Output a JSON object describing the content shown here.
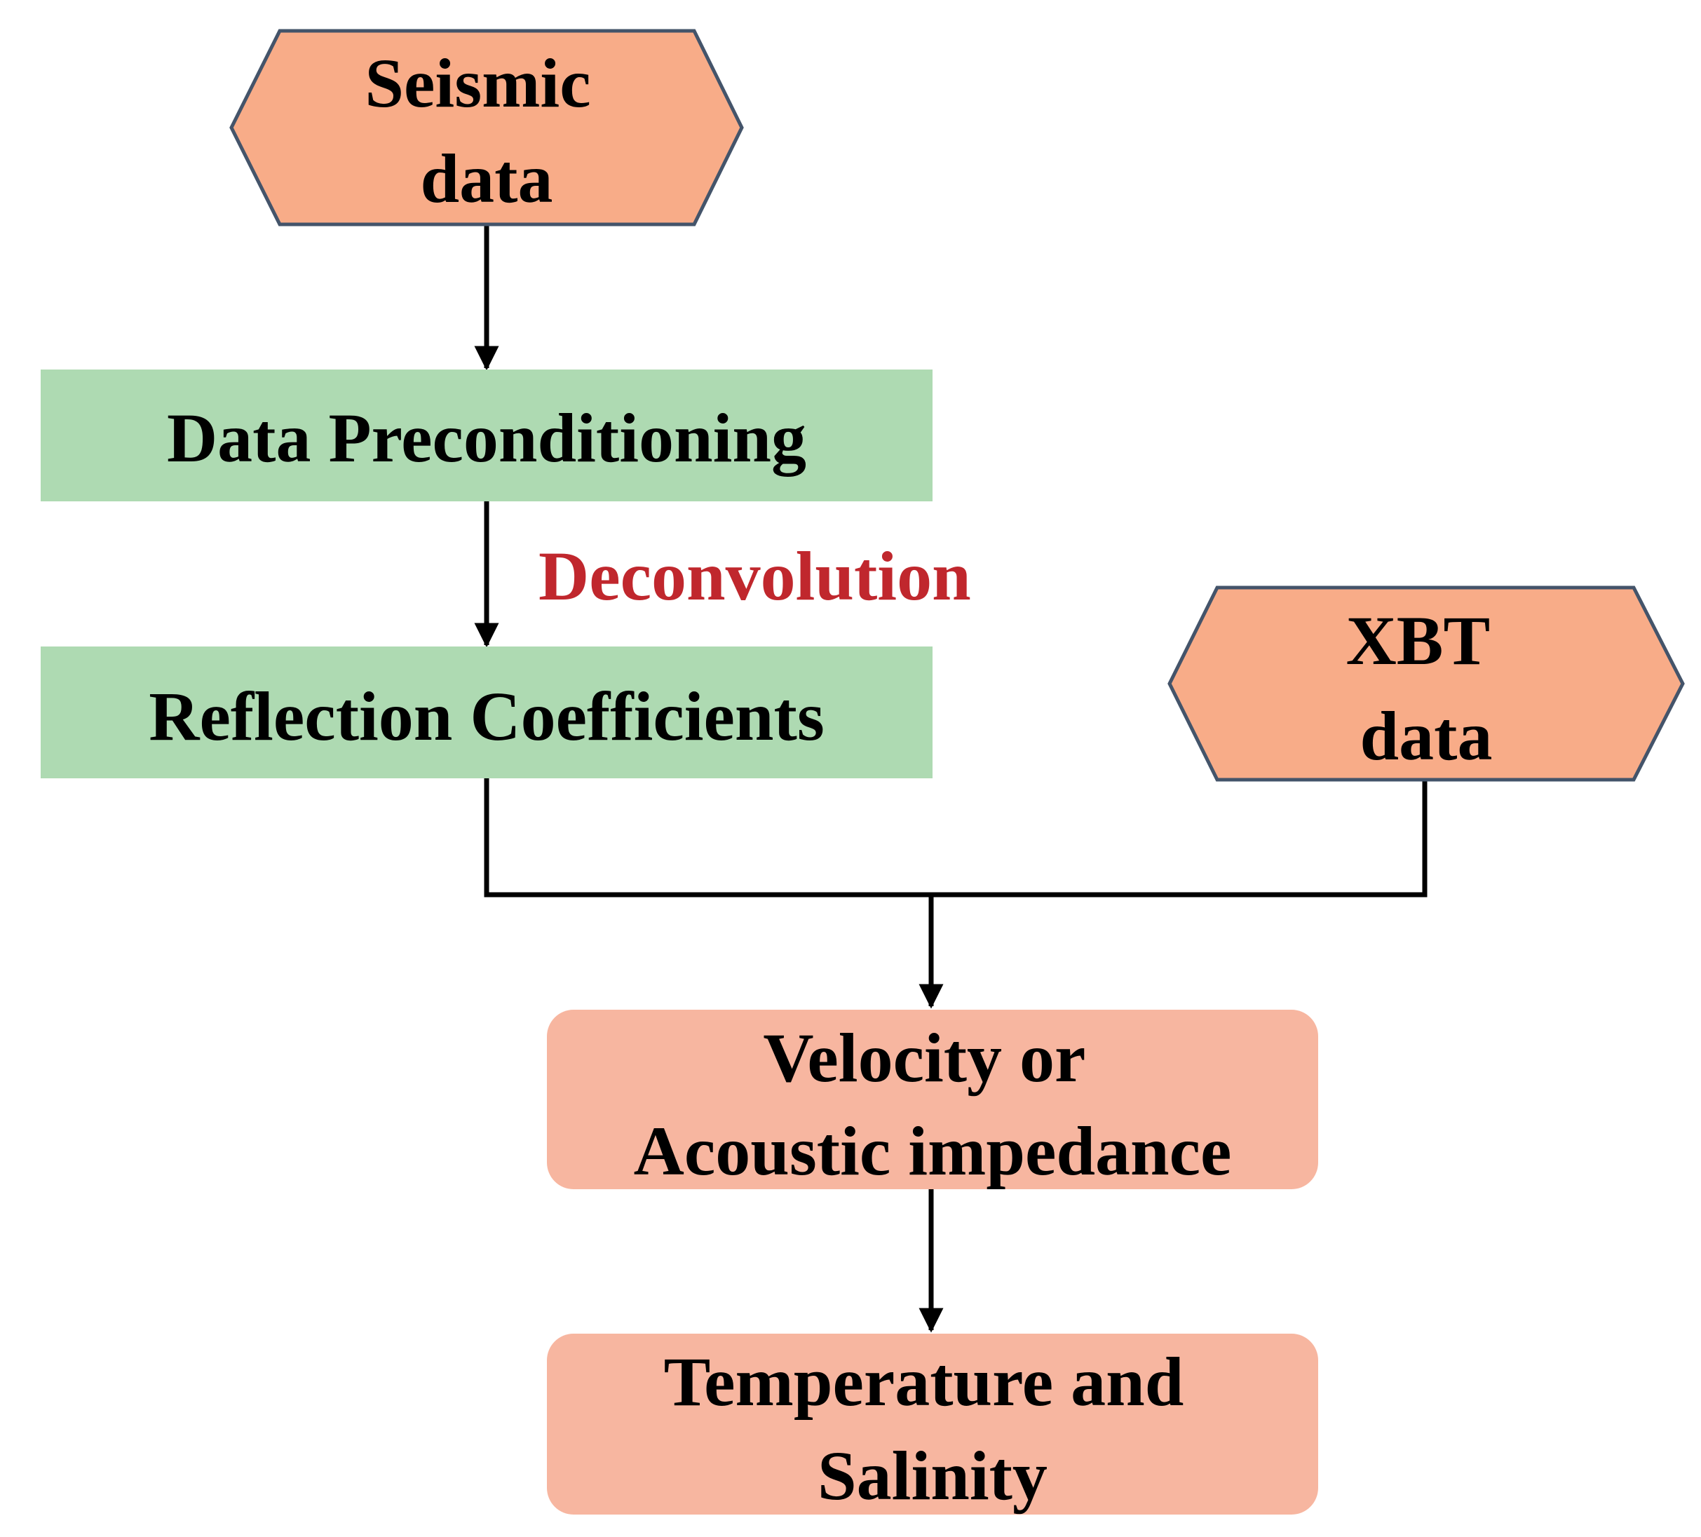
{
  "colors": {
    "input_fill": "#F8AC88",
    "input_stroke": "#44546A",
    "process_fill": "#AEDAB2",
    "result_fill": "#F7B6A0",
    "edge_label": "#C0272D",
    "connector": "#000000"
  },
  "nodes": {
    "seismic": {
      "lines": [
        "Seismic",
        "data"
      ]
    },
    "preconditioning": {
      "lines": [
        "Data Preconditioning"
      ]
    },
    "reflection": {
      "lines": [
        "Reflection Coefficients"
      ]
    },
    "xbt": {
      "lines": [
        "XBT",
        "data"
      ]
    },
    "velocity": {
      "lines": [
        "Velocity or",
        "Acoustic impedance"
      ]
    },
    "temperature": {
      "lines": [
        "Temperature and",
        "Salinity"
      ]
    }
  },
  "edges": {
    "deconvolution_label": "Deconvolution"
  }
}
